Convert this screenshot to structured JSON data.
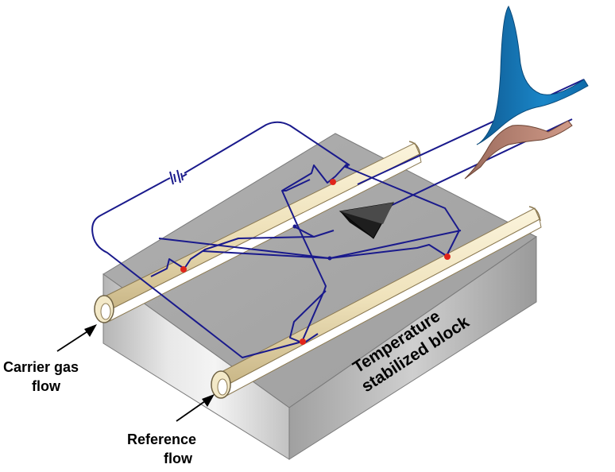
{
  "labels": {
    "carrier_line1": "Carrier gas",
    "carrier_line2": "flow",
    "reference_line1": "Reference",
    "reference_line2": "flow",
    "block_line1": "Temperature",
    "block_line2": "stabilized block"
  },
  "colors": {
    "block_top": "#a8a8a8",
    "block_front": "#d8d8d8",
    "block_side": "#bcbcbc",
    "tube": "#f0e6c6",
    "tube_shadow": "#c9b88a",
    "wire": "#1a1a8c",
    "filament": "#e0251b",
    "peak_sample": "#1a7ec0",
    "peak_reference": "#c48a78"
  },
  "icons": {
    "battery": "battery-icon",
    "meter": "detector-meter-icon"
  }
}
